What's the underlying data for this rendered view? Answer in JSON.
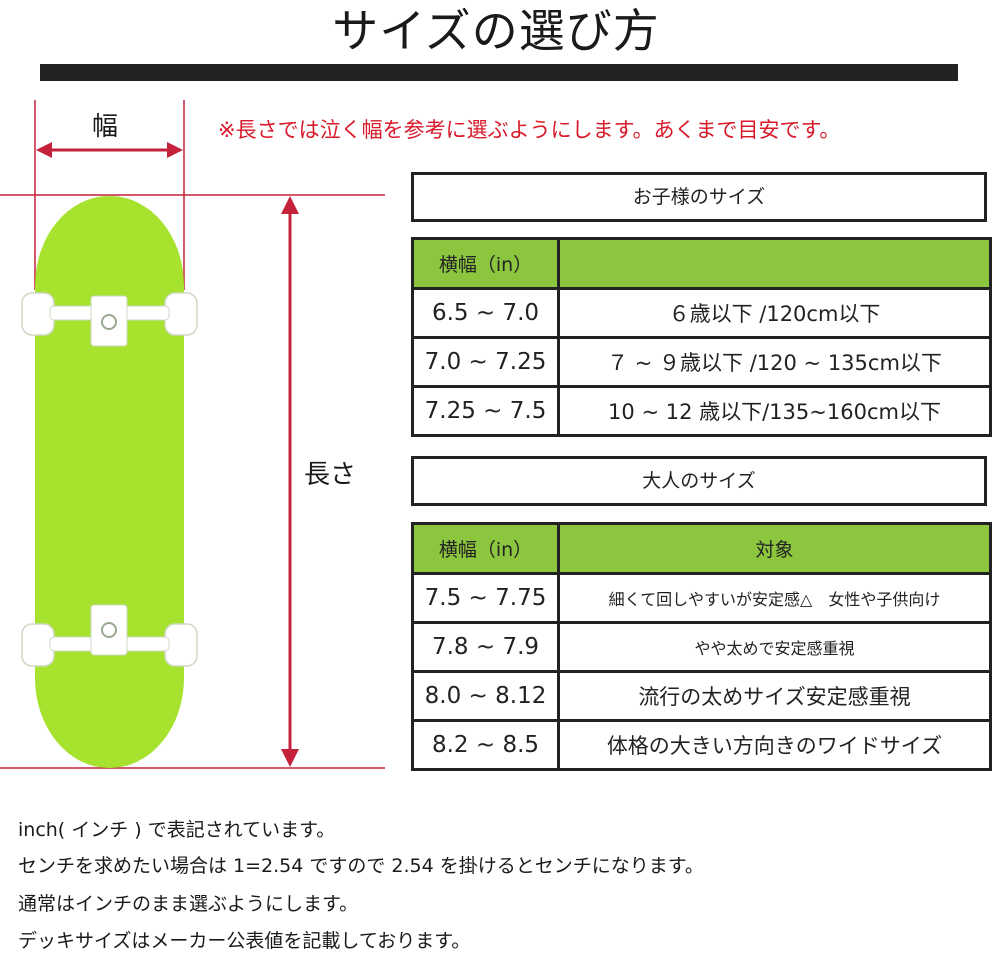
{
  "title": "サイズの選び方",
  "notice": "※長さでは泣く幅を参考に選ぶようにします。あくまで目安です。",
  "diagram": {
    "width_label": "幅",
    "length_label": "長さ",
    "deck_color": "#a6e22e",
    "line_color": "#c4223a"
  },
  "kids_section": {
    "title": "お子様のサイズ",
    "header": {
      "col1": "横幅（in）",
      "col2": ""
    },
    "rows": [
      {
        "range": "6.5 ~ 7.0",
        "target": "６歳以下 /120cm以下"
      },
      {
        "range": "7.0 ~ 7.25",
        "target": "７ ~ ９歳以下 /120 ~ 135cm以下"
      },
      {
        "range": "7.25 ~ 7.5",
        "target": "10 ~ 12 歳以下/135~160cm以下"
      }
    ]
  },
  "adult_section": {
    "title": "大人のサイズ",
    "header": {
      "col1": "横幅（in）",
      "col2": "対象"
    },
    "rows": [
      {
        "range": "7.5 ~ 7.75",
        "target": "細くて回しやすいが安定感△　女性や子供向け"
      },
      {
        "range": "7.8 ~ 7.9",
        "target": "やや太めで安定感重視"
      },
      {
        "range": "8.0 ~ 8.12",
        "target": "流行の太めサイズ安定感重視"
      },
      {
        "range": "8.2 ~ 8.5",
        "target": "体格の大きい方向きのワイドサイズ"
      }
    ]
  },
  "notes": [
    "inch( インチ ) で表記されています。",
    "センチを求めたい場合は 1=2.54 ですので 2.54 を掛けるとセンチになります。",
    "通常はインチのまま選ぶようにします。",
    "デッキサイズはメーカー公表値を記載しております。"
  ],
  "colors": {
    "accent_green": "#8cc63f",
    "notice_red": "#d8192a",
    "bar_black": "#222222"
  }
}
